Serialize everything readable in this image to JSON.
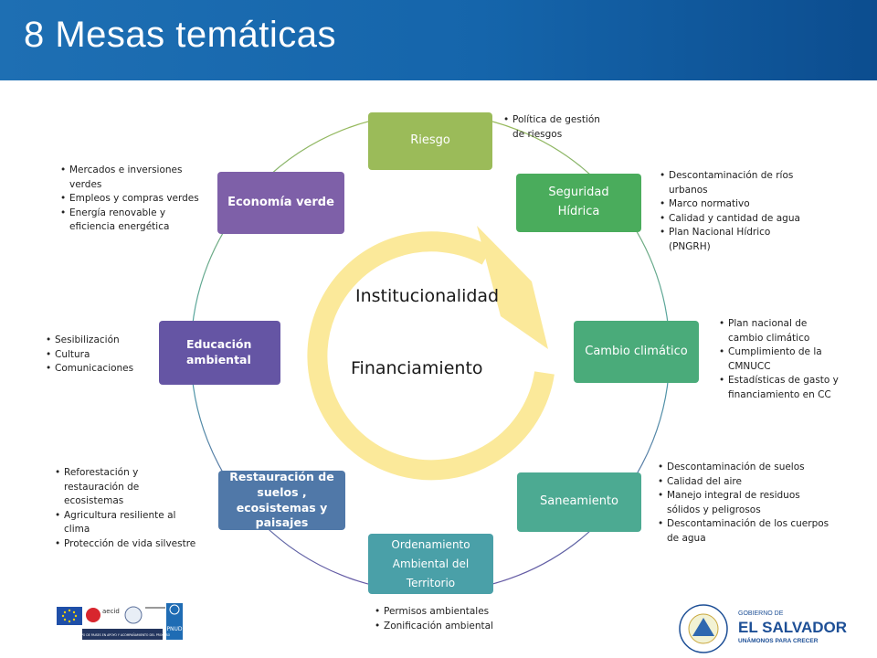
{
  "header": {
    "title": "8 Mesas temáticas"
  },
  "center": {
    "line1": "Institucionalidad",
    "line2": "Financiamiento"
  },
  "nodes": [
    {
      "label": "Riesgo",
      "color": "#9bbb59"
    },
    {
      "label": "Seguridad\nHídrica",
      "color": "#4aac5c"
    },
    {
      "label": "Cambio climático",
      "color": "#4aab7a"
    },
    {
      "label": "Saneamiento",
      "color": "#4caa92"
    },
    {
      "label": "Ordenamiento\nAmbiental del\nTerritorio",
      "color": "#4aa0a8"
    },
    {
      "label": "Restauración de suelos , ecosistemas y paisajes",
      "color": "#5078a8"
    },
    {
      "label": "Educación ambiental",
      "color": "#6555a4"
    },
    {
      "label": "Economía verde",
      "color": "#7e60a8"
    }
  ],
  "bullets": {
    "riesgo": [
      "Política de gestión\nde riesgos"
    ],
    "seguridad": [
      "Descontaminación de ríos\nurbanos",
      "Marco normativo",
      "Calidad y cantidad de agua",
      "Plan Nacional Hídrico\n(PNGRH)"
    ],
    "cambio": [
      "Plan nacional de\ncambio climático",
      "Cumplimiento  de la\nCMNUCC",
      "Estadísticas de gasto y\nfinanciamiento en CC"
    ],
    "saneamiento": [
      "Descontaminación de suelos",
      "Calidad del aire",
      "Manejo integral de residuos\nsólidos y peligrosos",
      "Descontaminación de los cuerpos\nde agua"
    ],
    "ordenamiento": [
      "Permisos ambientales",
      "Zonificación ambiental"
    ],
    "restauracion": [
      "Reforestación y\nrestauración de\necosistemas",
      "Agricultura resiliente al\nclima",
      "Protección de vida silvestre"
    ],
    "educacion": [
      "Sesibilización",
      "Cultura",
      "Comunicaciones"
    ],
    "economia": [
      "Mercados e inversiones\nverdes",
      "Empleos y compras verdes",
      "Energía renovable y\neficiencia energética"
    ]
  },
  "logos": {
    "left_caption": "GRUPO DE PAISES EN APOYO Y ACOMPAÑAMIENTO DEL PROCESO",
    "aecid": "aecid",
    "pnud": "PNUD",
    "gobierno": "GOBIERNO DE",
    "country": "EL SALVADOR",
    "slogan": "UNÁMONOS PARA CRECER"
  },
  "colors": {
    "arrow": "#fbe99a",
    "ring": "#7e7ec0"
  }
}
